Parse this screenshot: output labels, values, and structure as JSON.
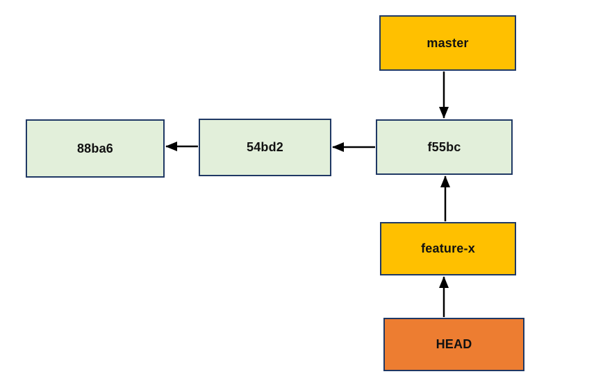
{
  "diagram": {
    "type": "git-commit-graph",
    "nodes": [
      {
        "id": "master",
        "label": "master",
        "kind": "branch-label"
      },
      {
        "id": "88ba6",
        "label": "88ba6",
        "kind": "commit"
      },
      {
        "id": "54bd2",
        "label": "54bd2",
        "kind": "commit"
      },
      {
        "id": "f55bc",
        "label": "f55bc",
        "kind": "commit"
      },
      {
        "id": "feature-x",
        "label": "feature-x",
        "kind": "branch-label"
      },
      {
        "id": "HEAD",
        "label": "HEAD",
        "kind": "head-pointer"
      }
    ],
    "edges": [
      {
        "from": "master",
        "to": "f55bc",
        "direction": "down"
      },
      {
        "from": "f55bc",
        "to": "54bd2",
        "direction": "left"
      },
      {
        "from": "54bd2",
        "to": "88ba6",
        "direction": "left"
      },
      {
        "from": "feature-x",
        "to": "f55bc",
        "direction": "up"
      },
      {
        "from": "HEAD",
        "to": "feature-x",
        "direction": "up"
      }
    ],
    "colors": {
      "commit_fill": "#e2efda",
      "branch_fill": "#ffc000",
      "head_fill": "#ed7d31",
      "border": "#1f3864",
      "arrow": "#000000",
      "background": "#ffffff"
    }
  }
}
